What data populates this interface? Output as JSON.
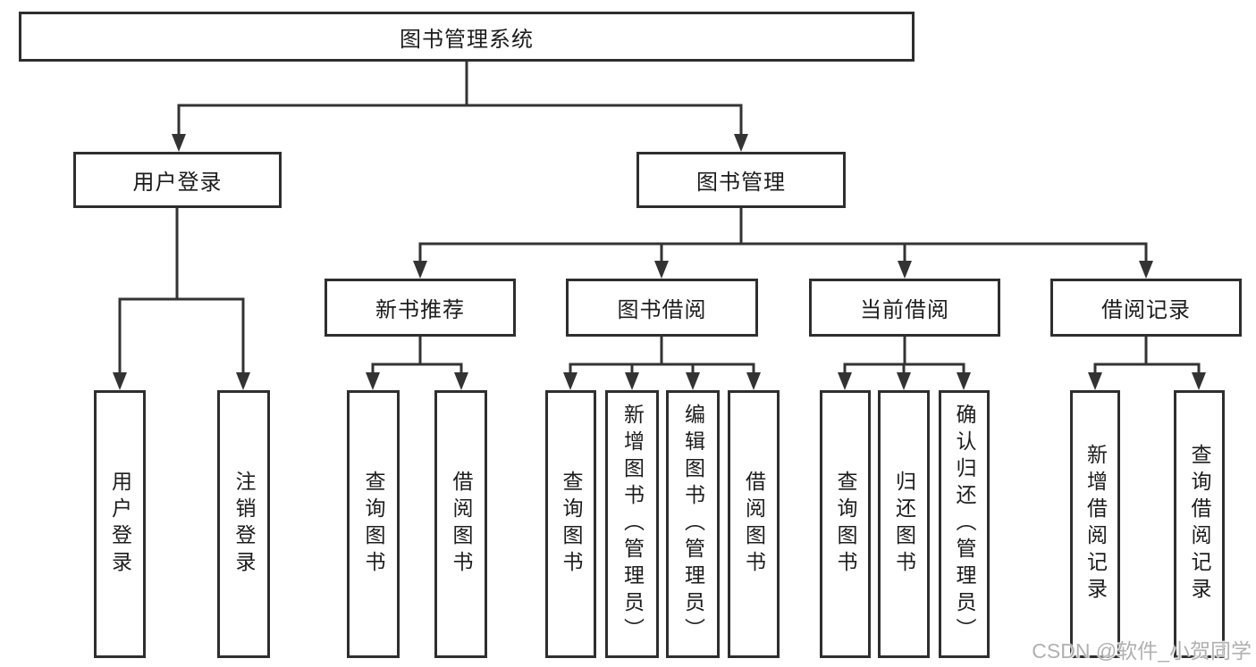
{
  "tree": {
    "title": "图书管理系统",
    "children": [
      {
        "label": "用户登录",
        "children": [
          {
            "label": "用户登录"
          },
          {
            "label": "注销登录"
          }
        ]
      },
      {
        "label": "图书管理",
        "children": [
          {
            "label": "新书推荐",
            "children": [
              {
                "label": "查询图书"
              },
              {
                "label": "借阅图书"
              }
            ]
          },
          {
            "label": "图书借阅",
            "children": [
              {
                "label": "查询图书"
              },
              {
                "label": "新增图书（管理员）"
              },
              {
                "label": "编辑图书（管理员）"
              },
              {
                "label": "借阅图书"
              }
            ]
          },
          {
            "label": "当前借阅",
            "children": [
              {
                "label": "查询图书"
              },
              {
                "label": "归还图书"
              },
              {
                "label": "确认归还（管理员）"
              }
            ]
          },
          {
            "label": "借阅记录",
            "children": [
              {
                "label": "新增借阅记录"
              },
              {
                "label": "查询借阅记录"
              }
            ]
          }
        ]
      }
    ]
  },
  "watermark": {
    "text": "CSDN @软件_小贺同学"
  },
  "colors": {
    "background": "#ffffff",
    "line": "#333333",
    "box_border": "#2e2e2e",
    "text": "#1c1c1c",
    "watermark": "#b0b0b0"
  }
}
